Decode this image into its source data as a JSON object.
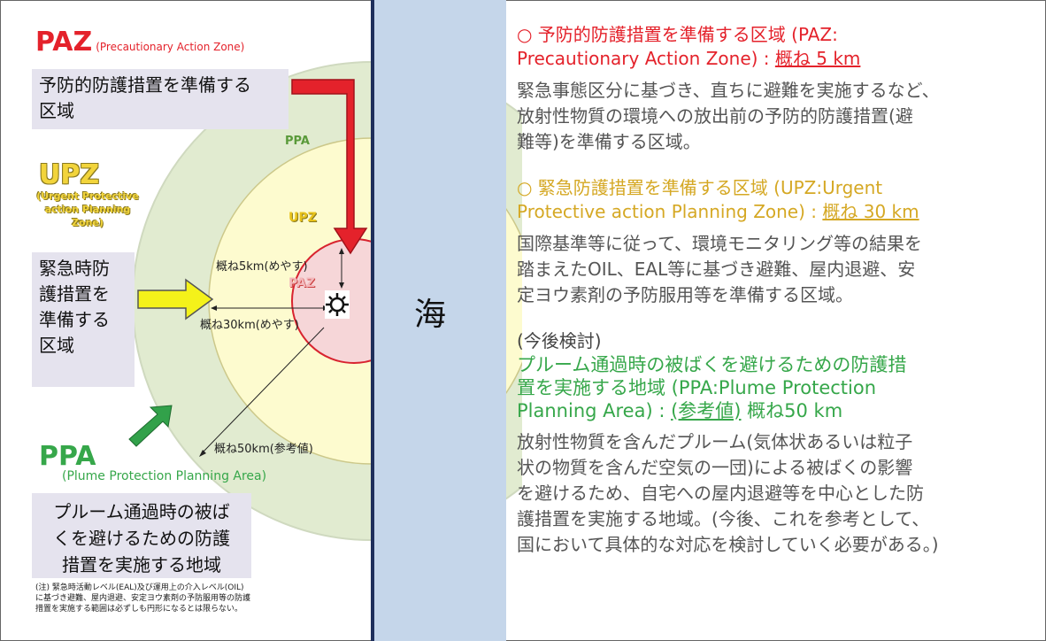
{
  "left": {
    "paz": {
      "abbr": "PAZ",
      "full": "(Precautionary Action Zone)",
      "desc": [
        "予防的防護措置を準備する",
        "区域"
      ]
    },
    "upz": {
      "abbr": "UPZ",
      "full": [
        "(Urgent Protective",
        "action Planning",
        "Zone)"
      ],
      "desc": [
        "緊急時防",
        "護措置を",
        "準備する",
        "区域"
      ]
    },
    "ppa": {
      "abbr": "PPA",
      "full": "(Plume Protection Planning Area)",
      "desc": [
        "プルーム通過時の被ば",
        "くを避けるための防護",
        "措置を実施する地域"
      ]
    },
    "rings": {
      "ppa": "PPA",
      "upz": "UPZ",
      "paz": "PAZ"
    },
    "distances": {
      "paz": "概ね5km(めやす)",
      "upz": "概ね30km(めやす)",
      "ppa": "概ね50km(参考値)"
    },
    "footnote": [
      "(注) 緊急時活動レベル(EAL)及び運用上の介入レベル(OIL)",
      "に基づき避難、屋内退避、安定ヨウ素剤の予防服用等の防護",
      "措置を実施する範囲は必ずしも円形になるとは限らない。"
    ],
    "sea": "海"
  },
  "right": {
    "paz": {
      "heading_l1": "○ 予防的防護措置を準備する区域 (PAZ:",
      "heading_l2": "Precautionary Action Zone) : ",
      "distance": "概ね 5 km",
      "body": [
        "緊急事態区分に基づき、直ちに避難を実施するなど、",
        "放射性物質の環境への放出前の予防的防護措置(避",
        "難等)を準備する区域。"
      ]
    },
    "upz": {
      "heading_l1": "○ 緊急防護措置を準備する区域 (UPZ:Urgent",
      "heading_l2": "Protective action Planning Zone) : ",
      "distance": "概ね 30 km",
      "body": [
        "国際基準等に従って、環境モニタリング等の結果を",
        "踏まえたOIL、EAL等に基づき避難、屋内退避、安",
        "定ヨウ素剤の予防服用等を準備する区域。"
      ]
    },
    "ppa": {
      "pending": "(今後検討)",
      "heading_l1": "プルーム通過時の被ばくを避けるための防護措",
      "heading_l2": "置を実施する地域 (PPA:Plume Protection",
      "heading_l3": "Planning Area) : ",
      "ref": "(参考値)",
      "distance": " 概ね50 km",
      "body": [
        "放射性物質を含んだプルーム(気体状あるいは粒子",
        "状の物質を含んだ空気の一団)による被ばくの影響",
        "を避けるため、自宅への屋内退避等を中心とした防",
        "護措置を実施する地域。(今後、これを参考として、",
        "国において具体的な対応を検討していく必要がある。)"
      ]
    }
  },
  "colors": {
    "paz_red": "#e4222b",
    "upz_gold": "#d5a824",
    "ppa_green": "#36a74a",
    "sea": "#c5d6ea",
    "ring_ppa": "#e1ebd0",
    "ring_upz": "#fdfbcf",
    "ring_paz": "#f6d6d8"
  },
  "icons": [
    "plant-icon",
    "red-arrow-icon",
    "yellow-arrow-icon",
    "green-arrow-icon"
  ]
}
